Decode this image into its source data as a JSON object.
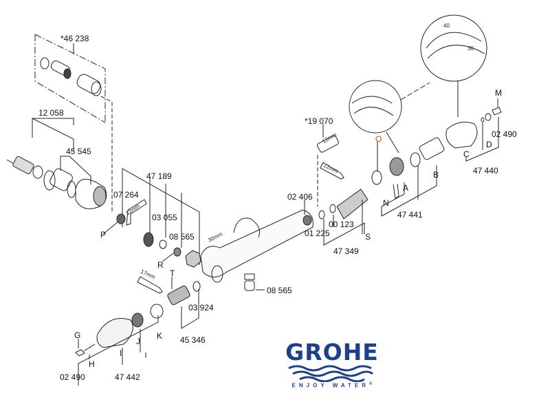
{
  "brand": {
    "name": "GROHE",
    "tagline": "ENJOY WATER",
    "mark": "®",
    "color": "#1e3f8e"
  },
  "part_numbers": {
    "p46238": "*46 238",
    "p12058": "12 058",
    "p45545": "45 545",
    "p47189": "47 189",
    "p07264": "07 264",
    "p03055": "03 055",
    "p08565a": "08 565",
    "p19070": "*19 070",
    "p02406": "02 406",
    "p00123": "00 123",
    "p01225": "01 225",
    "p47349": "47 349",
    "p47441": "47 441",
    "p47440": "47 440",
    "p02490a": "02 490",
    "p08565b": "08 565",
    "p03924": "03 924",
    "p45346": "45 346",
    "p02490b": "02 490",
    "p47442": "47 442"
  },
  "letters": {
    "P": "P",
    "R": "R",
    "T": "T",
    "O": "O",
    "S": "S",
    "N": "N",
    "A": "A",
    "B": "B",
    "C": "C",
    "D": "D",
    "M": "M",
    "G": "G",
    "H": "H",
    "I": "I",
    "J": "J",
    "K": "K"
  },
  "tools": {
    "hex12a": "12mm",
    "wrench30": "30mm",
    "hex12b": "12mm",
    "wrench22": "22mm",
    "wrench17": "17mm"
  },
  "dial": {
    "t40": "40",
    "t30": "30"
  }
}
